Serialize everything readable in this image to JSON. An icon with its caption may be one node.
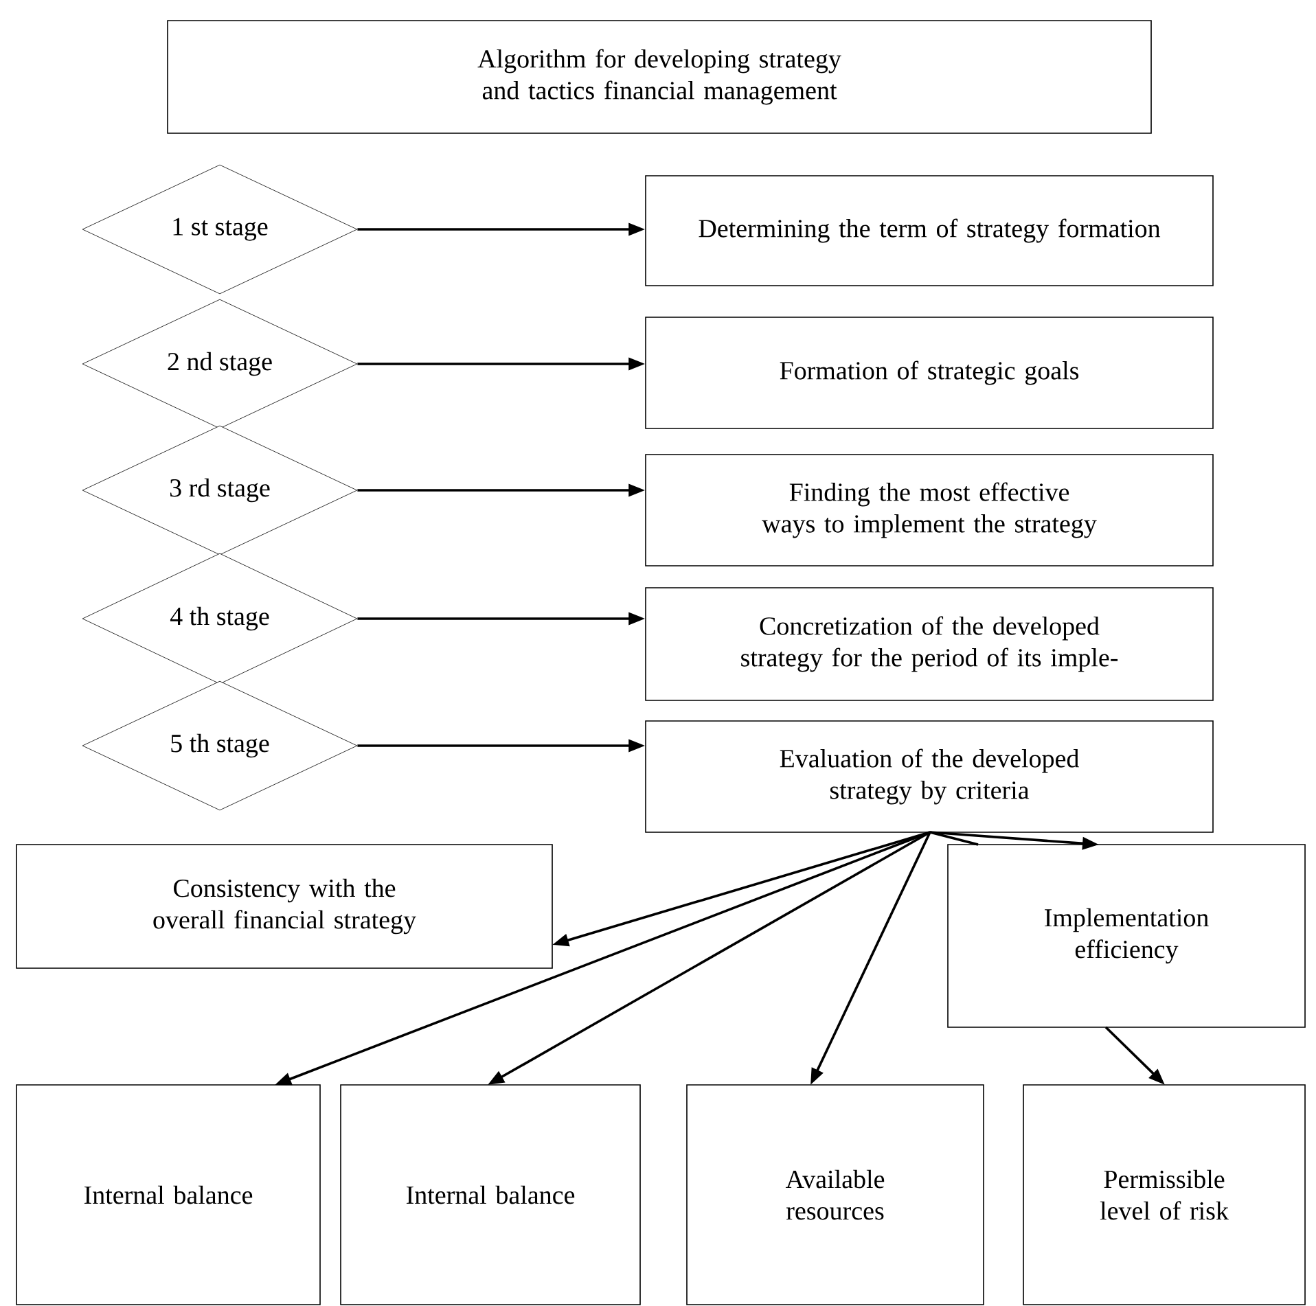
{
  "diagram": {
    "nodes": [
      {
        "text": [
          "Algorithm for developing strategy and tactics financial management"
        ]
      },
      {
        "text": [
          "1 st stage"
        ]
      },
      {
        "text": [
          "Determining the term of strategy formation"
        ]
      },
      {
        "text": [
          "2 nd stage"
        ]
      },
      {
        "text": [
          "Formation of strategic goals"
        ]
      },
      {
        "text": [
          "3 rd stage"
        ]
      },
      {
        "text": [
          "Finding the most effective ways to implement the strategy"
        ]
      },
      {
        "text": [
          "4 th stage"
        ]
      },
      {
        "text": [
          "Concretization of the developed strategy for the period of its imple-"
        ]
      },
      {
        "text": [
          "5 th stage"
        ]
      },
      {
        "text": [
          "Evaluation of the developed strategy by criteria"
        ]
      },
      {
        "text": [
          "Consistency with the overall financial strategy"
        ]
      },
      {
        "text": [
          "Implementation efficiency"
        ]
      },
      {
        "text": [
          "Internal balance"
        ]
      },
      {
        "text": [
          "Internal balance"
        ]
      },
      {
        "text": [
          "Available resources"
        ]
      },
      {
        "text": [
          "Permissible level of risk"
        ]
      }
    ],
    "edges": [
      {
        "from": 1,
        "to": 2,
        "arrow": "to"
      },
      {
        "from": 3,
        "to": 4,
        "arrow": "to"
      },
      {
        "from": 5,
        "to": 6,
        "arrow": "to"
      },
      {
        "from": 7,
        "to": 8,
        "arrow": "to"
      },
      {
        "from": 9,
        "to": 10,
        "arrow": "to"
      },
      {
        "from": 10,
        "to": 11,
        "arrow": "to"
      },
      {
        "from": 10,
        "to": 13,
        "arrow": "to"
      },
      {
        "from": 10,
        "to": 14,
        "arrow": "to"
      },
      {
        "from": 10,
        "to": 15,
        "arrow": "to"
      },
      {
        "from": 10,
        "to": 12,
        "arrow": "to"
      },
      {
        "from": 10,
        "to": 12,
        "arrow": "none"
      },
      {
        "from": 12,
        "to": 16,
        "arrow": "to"
      }
    ]
  }
}
